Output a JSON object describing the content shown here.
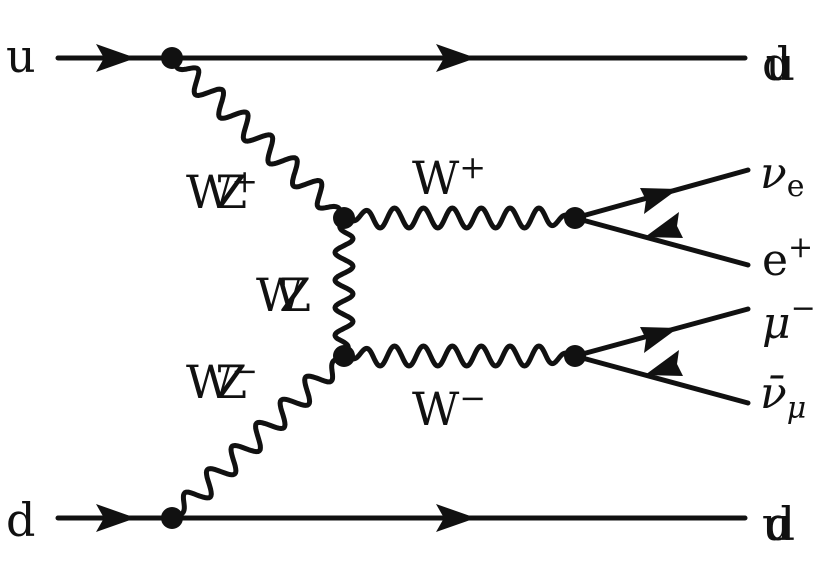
{
  "diagram": {
    "incoming": {
      "top": "u",
      "bottom": "d"
    },
    "outgoing": {
      "top": "du",
      "bottom": "ud"
    },
    "exchange": {
      "upper": {
        "base": "WZ",
        "sup": "+"
      },
      "middle": "WZ",
      "lower": {
        "base": "WZ",
        "sup": "−"
      }
    },
    "w_plus": {
      "base": "W",
      "sup": "+"
    },
    "w_minus": {
      "base": "W",
      "sup": "−"
    },
    "leptons": {
      "nu_e": {
        "base": "ν",
        "sub": "e"
      },
      "e_plus": {
        "base": "e",
        "sup": "+"
      },
      "mu_minus": {
        "base": "μ",
        "sup": "−"
      },
      "nubar_mu": {
        "base": "ν̄",
        "sub": "μ"
      }
    }
  }
}
